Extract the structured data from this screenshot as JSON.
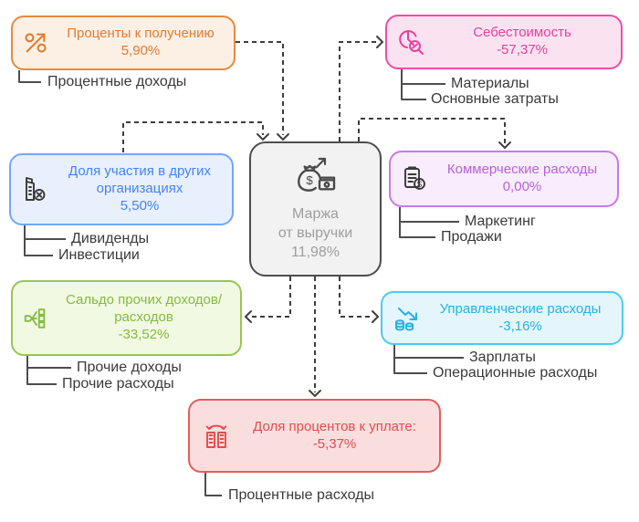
{
  "diagram": {
    "center": {
      "icon": "money-bag-trend-icon",
      "line1": "Маржа",
      "line2": "от выручки",
      "value": "11,98%"
    },
    "nodes": {
      "interest_income": {
        "icon": "percent-trend-icon",
        "title": "Проценты к получению",
        "value": "5,90%",
        "items": [
          "Процентные доходы"
        ]
      },
      "cogs": {
        "icon": "pie-magnifier-icon",
        "title": "Себестоимость",
        "value": "-57,37%",
        "items": [
          "Материалы",
          "Основные затраты"
        ]
      },
      "equity_share": {
        "icon": "building-percent-icon",
        "title": "Доля участия в других организациях",
        "value": "5,50%",
        "items": [
          "Дивиденды",
          "Инвестиции"
        ]
      },
      "commercial": {
        "icon": "clipboard-dollar-icon",
        "title": "Коммерческие расходы",
        "value": "0,00%",
        "items": [
          "Маркетинг",
          "Продажи"
        ]
      },
      "other_balance": {
        "icon": "flow-split-icon",
        "title": "Сальдо прочих доходов/расходов",
        "value": "-33,52%",
        "items": [
          "Прочие доходы",
          "Прочие расходы"
        ]
      },
      "admin": {
        "icon": "chart-down-coins-icon",
        "title": "Управленческие расходы",
        "value": "-3,16%",
        "items": [
          "Зарплаты",
          "Операционные расходы"
        ]
      },
      "interest_paid": {
        "icon": "bank-refresh-icon",
        "title": "Доля процентов к уплате:",
        "value": "-5,37%",
        "items": [
          "Процентные расходы"
        ]
      }
    },
    "colors": {
      "orange": "#E78A3E",
      "pink": "#EC4FA5",
      "blue": "#74A7F7",
      "purple": "#C879E8",
      "green": "#97C556",
      "cyan": "#4EC9EF",
      "red": "#E35D5B",
      "center_border": "#4D4D4D",
      "center_bg": "#F2F2F2",
      "center_text": "#9E9E9E",
      "connector": "#3D3D3D",
      "sublabel_text": "#3A3A3A"
    }
  }
}
